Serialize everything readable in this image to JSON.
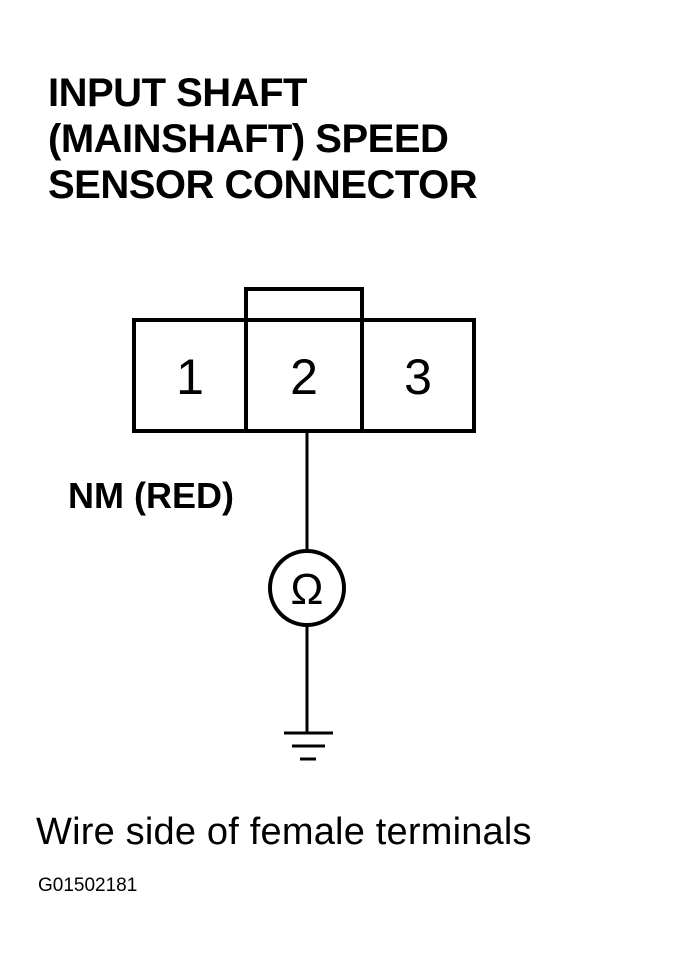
{
  "title": {
    "line1": "INPUT SHAFT",
    "line2": "(MAINSHAFT) SPEED",
    "line3": "SENSOR CONNECTOR"
  },
  "connector": {
    "terminals": [
      "1",
      "2",
      "3"
    ]
  },
  "wire_label": "NM (RED)",
  "meter_symbol": "Ω",
  "meter_icon": "ohmmeter-icon",
  "ground_icon": "ground-icon",
  "caption": "Wire side of female terminals",
  "figure_id": "G01502181"
}
